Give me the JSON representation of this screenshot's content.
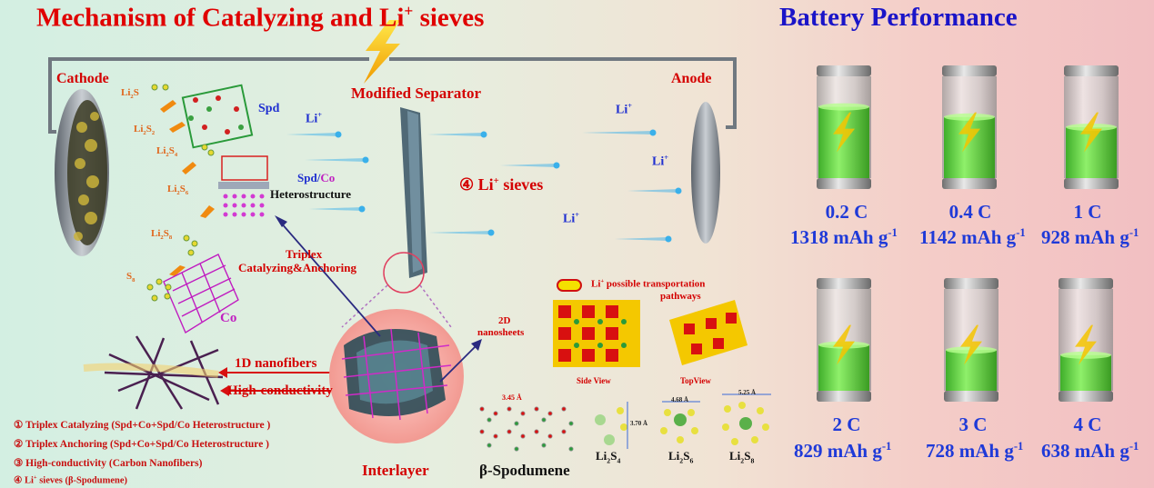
{
  "titles": {
    "main": "Mechanism of Catalyzing  and Li",
    "main_sup": "+",
    "main_end": " sieves",
    "performance": "Battery Performance"
  },
  "cell": {
    "cathode": "Cathode",
    "anode": "Anode",
    "separator": "Modified Separator",
    "interlayer": "Interlayer",
    "li_ion": "Li",
    "li_sup": "+",
    "li_sieves": "④ Li",
    "li_sieves_end": " sieves"
  },
  "polysulfides": [
    {
      "base": "Li",
      "sub1": "2",
      "mid": "S",
      "sub2": ""
    },
    {
      "base": "Li",
      "sub1": "2",
      "mid": "S",
      "sub2": "2"
    },
    {
      "base": "Li",
      "sub1": "2",
      "mid": "S",
      "sub2": "4"
    },
    {
      "base": "Li",
      "sub1": "2",
      "mid": "S",
      "sub2": "6"
    },
    {
      "base": "Li",
      "sub1": "2",
      "mid": "S",
      "sub2": "8"
    },
    {
      "base": "S",
      "sub1": "8",
      "mid": "",
      "sub2": ""
    }
  ],
  "labels": {
    "spd": "Spd",
    "spd_co_a": "Spd/",
    "spd_co_b": "Co",
    "heterostructure": "Heterostructure",
    "triplex_1": "Triplex",
    "triplex_2": "Catalyzing&Anchoring",
    "co": "Co",
    "nanofibers": "1D nanofibers",
    "high_conductivity": "High-conductivity",
    "nanosheets_1": "2D",
    "nanosheets_2": "nanosheets",
    "li_pathways_1": "Li",
    "li_pathways_sup": "+",
    "li_pathways_2": " possible transportation",
    "li_pathways_3": "pathways",
    "side_view": "Side View",
    "top_view": "TopView",
    "spodumene": "β-Spodumene",
    "d345": "3.45 Å",
    "d370": "3.70 Å",
    "d468": "4.68 Å",
    "d525": "5.25 Å",
    "li2s4": {
      "base": "Li",
      "sub1": "2",
      "mid": "S",
      "sub2": "4"
    },
    "li2s6": {
      "base": "Li",
      "sub1": "2",
      "mid": "S",
      "sub2": "6"
    },
    "li2s8": {
      "base": "Li",
      "sub1": "2",
      "mid": "S",
      "sub2": "8"
    }
  },
  "legend": [
    "①  Triplex Catalyzing (Spd+Co+Spd/Co Heterostructure )",
    "②  Triplex Anchoring (Spd+Co+Spd/Co Heterostructure )",
    "③ High-conductivity (Carbon Nanofibers)",
    "④ Li",
    " sieves (β-Spodumene)"
  ],
  "batteries": [
    {
      "rate": "0.2 C",
      "capacity": "1318 mAh g",
      "sup": "-1",
      "level": 0.7
    },
    {
      "rate": "0.4 C",
      "capacity": "1142 mAh g",
      "sup": "-1",
      "level": 0.6
    },
    {
      "rate": "1 C",
      "capacity": "928 mAh g",
      "sup": "-1",
      "level": 0.5
    },
    {
      "rate": "2 C",
      "capacity": "829 mAh g",
      "sup": "-1",
      "level": 0.45
    },
    {
      "rate": "3 C",
      "capacity": "728 mAh g",
      "sup": "-1",
      "level": 0.4
    },
    {
      "rate": "4 C",
      "capacity": "638 mAh g",
      "sup": "-1",
      "level": 0.35
    }
  ],
  "colors": {
    "title_red": "#e00000",
    "title_blue": "#1a14c8",
    "battery_green": "#5fd23a",
    "lightning_yellow": "#f5c400"
  }
}
